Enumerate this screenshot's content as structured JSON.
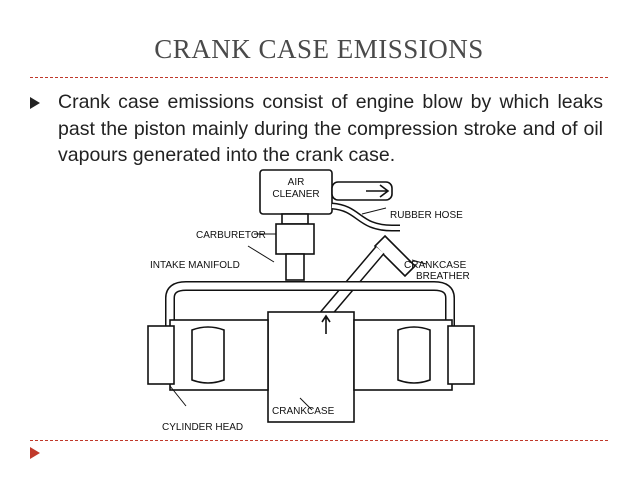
{
  "slide": {
    "title": "CRANK CASE EMISSIONS",
    "bullet_text": "Crank case emissions consist of engine blow by which leaks past the piston mainly during the compression stroke and of oil vapours generated into the crank case.",
    "accent_color": "#c0392b",
    "bullet_icon": "triangle-right-icon",
    "nav_icon": "triangle-right-icon"
  },
  "diagram": {
    "labels": {
      "air_cleaner_1": "AIR",
      "air_cleaner_2": "CLEANER",
      "rubber_hose": "RUBBER HOSE",
      "carburetor": "CARBURETOR",
      "intake_manifold": "INTAKE MANIFOLD",
      "crankcase_breather_1": "CRANKCASE",
      "crankcase_breather_2": "BREATHER",
      "crankcase": "CRANKCASE",
      "cylinder_head": "CYLINDER HEAD"
    }
  }
}
